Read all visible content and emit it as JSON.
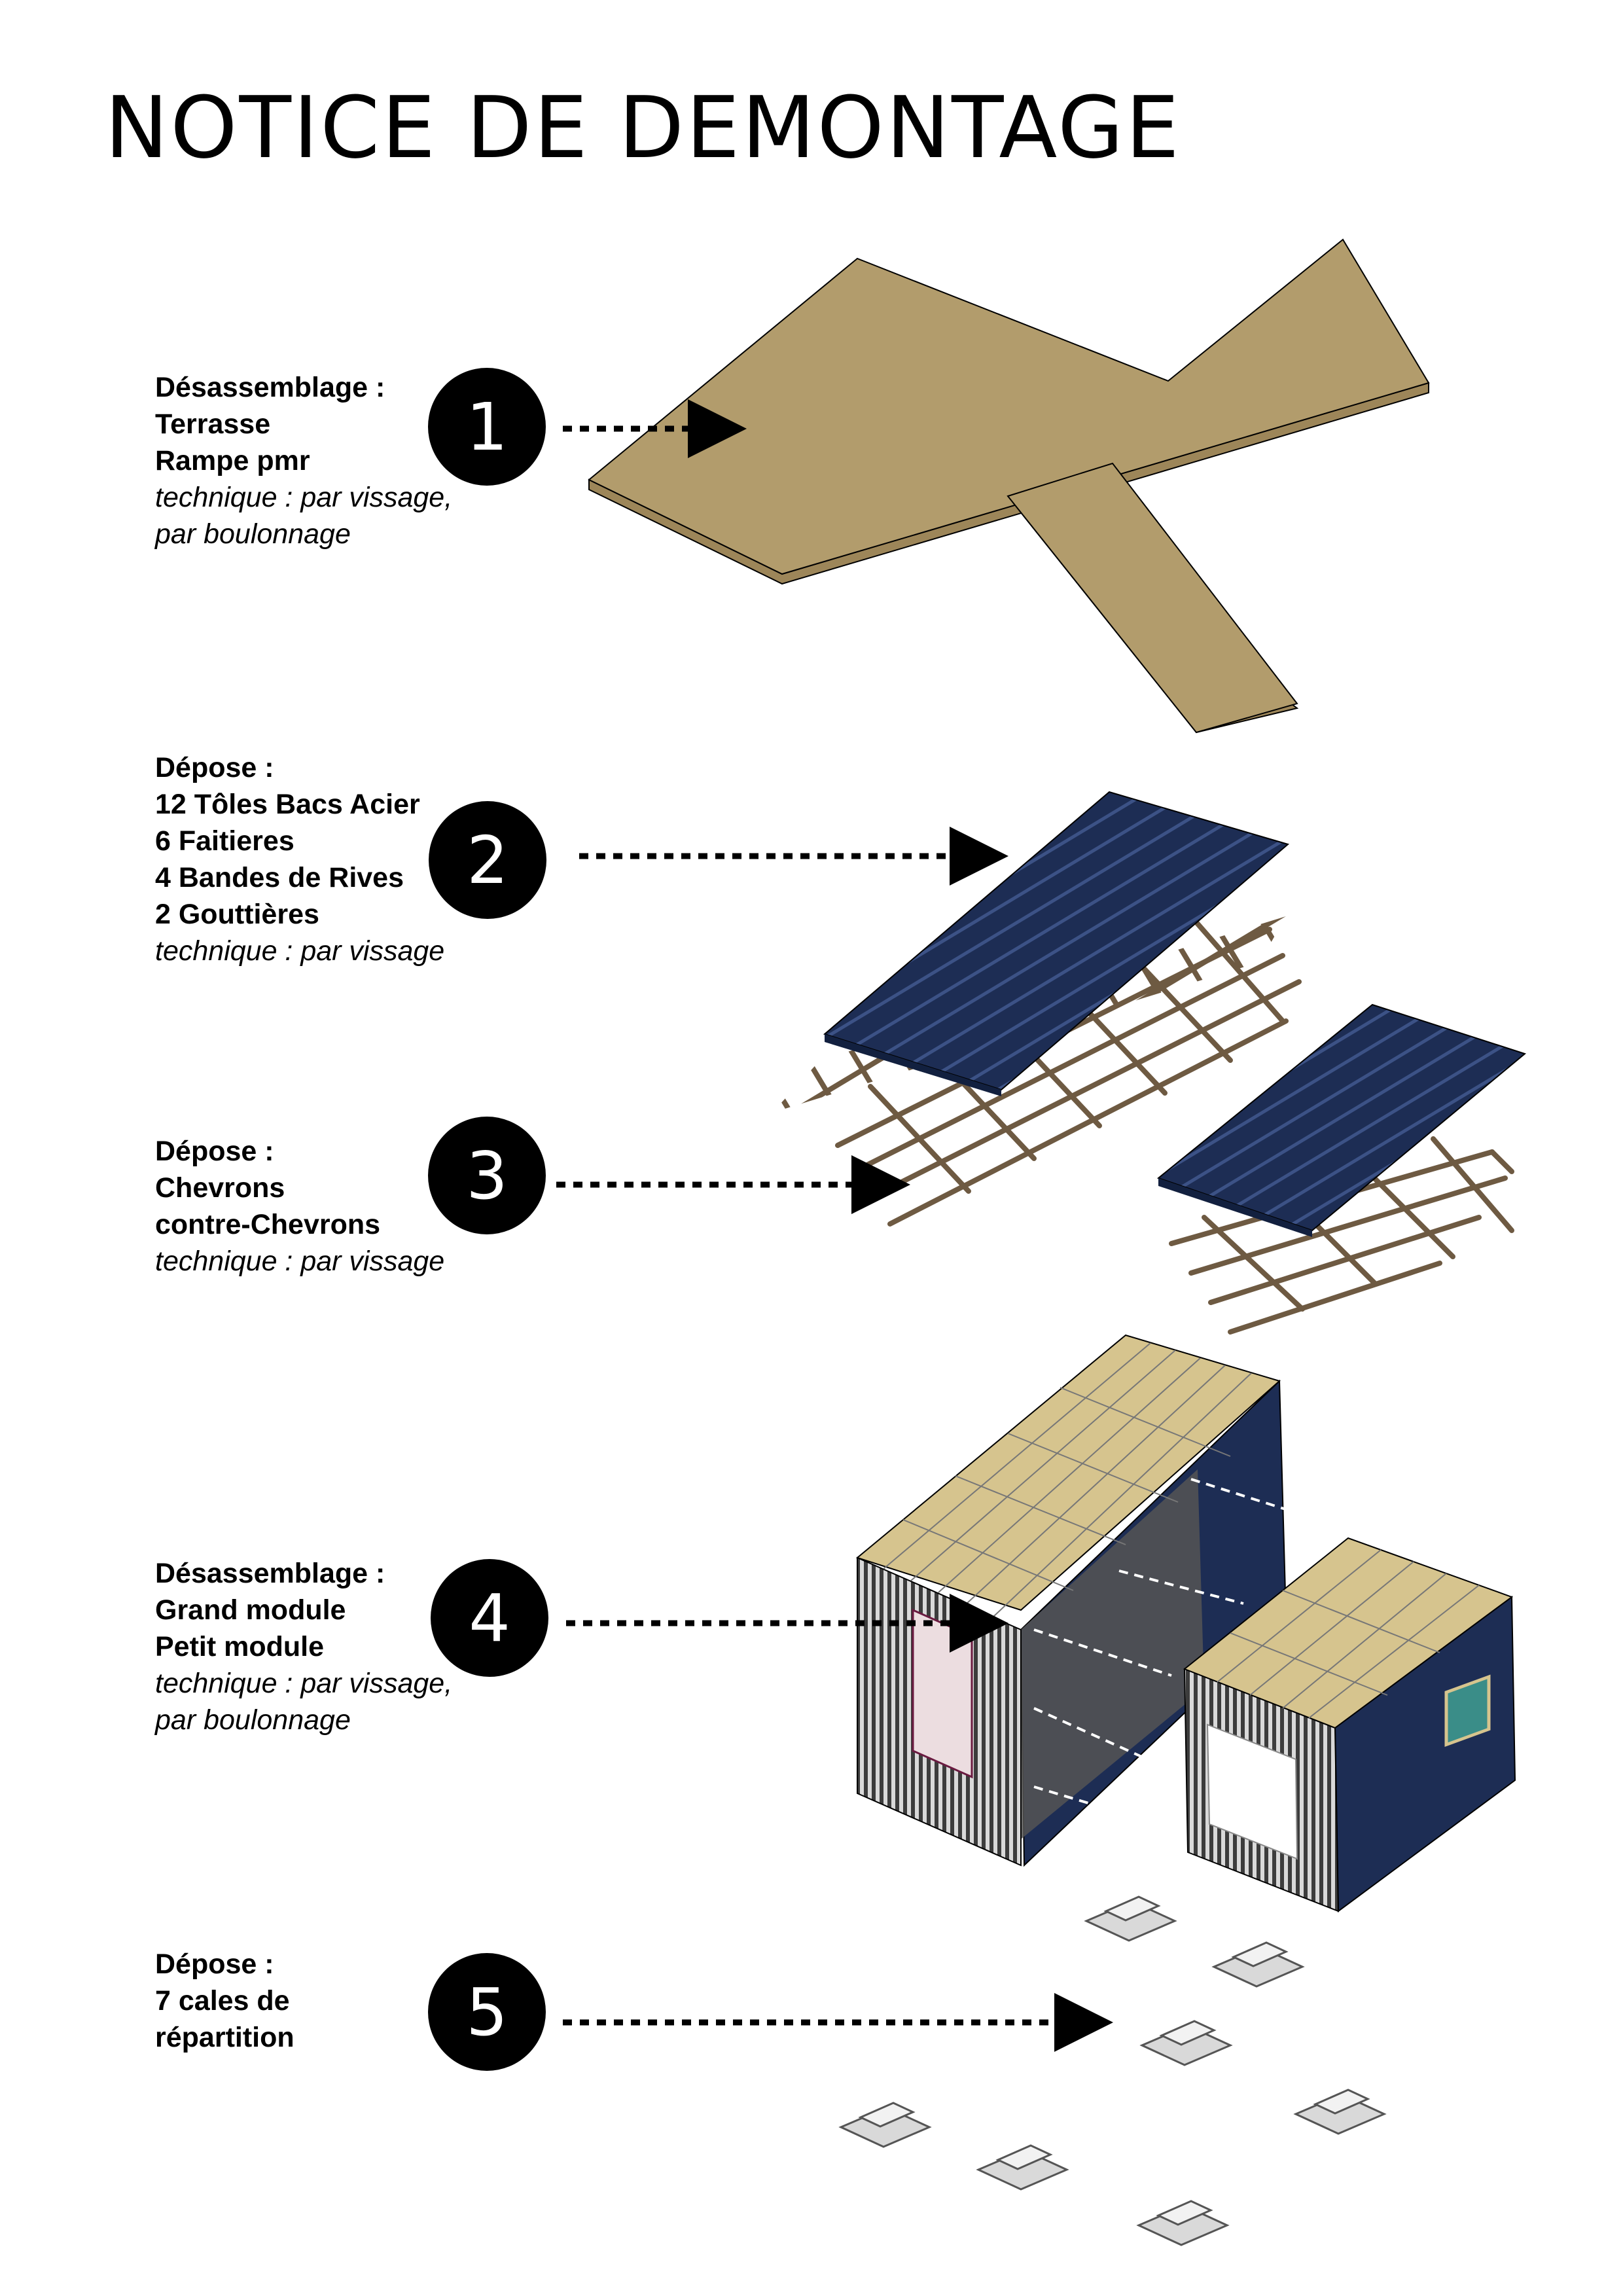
{
  "title": "NOTICE DE DEMONTAGE",
  "steps": [
    {
      "number": "1",
      "lines": [
        "Désassemblage :",
        "Terrasse",
        "Rampe pmr"
      ],
      "technique": [
        "technique : par vissage,",
        "par boulonnage"
      ]
    },
    {
      "number": "2",
      "lines": [
        "Dépose :",
        "12 Tôles Bacs Acier",
        "6 Faitieres",
        "4 Bandes de Rives",
        "2 Gouttières"
      ],
      "technique": [
        "technique : par vissage"
      ]
    },
    {
      "number": "3",
      "lines": [
        "Dépose :",
        "Chevrons",
        "contre-Chevrons"
      ],
      "technique": [
        "technique : par vissage"
      ]
    },
    {
      "number": "4",
      "lines": [
        "Désassemblage :",
        "Grand module",
        "Petit module"
      ],
      "technique": [
        "technique : par vissage,",
        "par boulonnage"
      ]
    },
    {
      "number": "5",
      "lines": [
        "Dépose :",
        "7 cales de",
        "répartition"
      ],
      "technique": []
    }
  ],
  "colors": {
    "deck": "#b29c6c",
    "deck_edge": "#9d8659",
    "roof": "#1d2d54",
    "rafter": "#6e5a42",
    "panel": "#d6c48e",
    "cladding": "#3c3c3c",
    "shim": "#d9d9d9"
  }
}
